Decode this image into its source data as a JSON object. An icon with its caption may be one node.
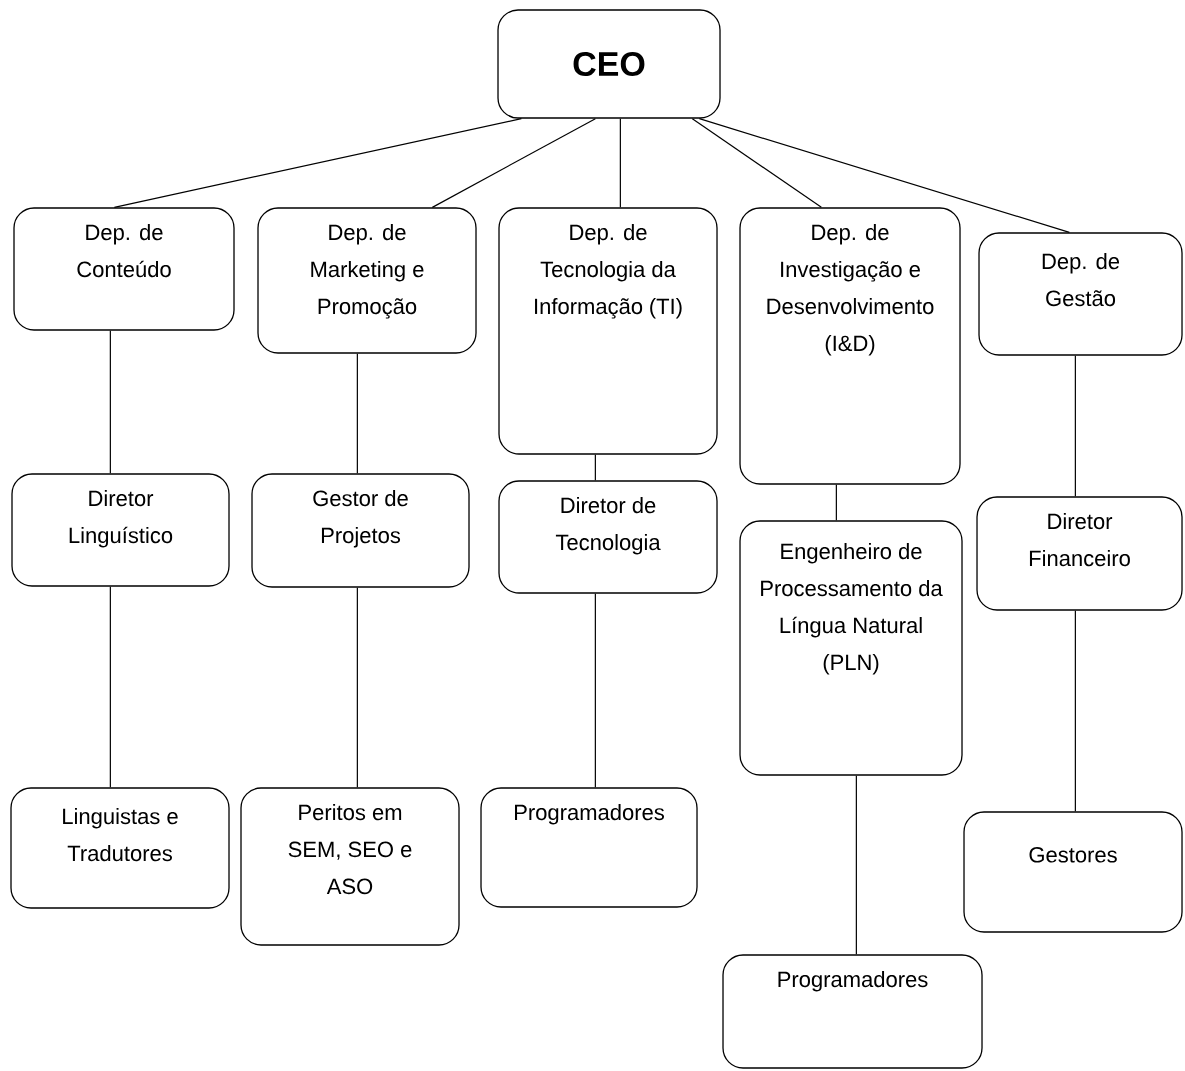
{
  "diagram": {
    "nodes": [
      {
        "text": [
          "CEO"
        ]
      },
      {
        "text": [
          "Dep. de Conteúdo"
        ]
      },
      {
        "text": [
          "Dep. de Marketing e Promoção"
        ]
      },
      {
        "text": [
          "Dep. de Tecnologia da Informação (TI)"
        ]
      },
      {
        "text": [
          "Dep. de Investigação e Desenvolvimento (I&D)"
        ]
      },
      {
        "text": [
          "Dep. de Gestão"
        ]
      },
      {
        "text": [
          "Diretor Linguístico"
        ]
      },
      {
        "text": [
          "Gestor de Projetos"
        ]
      },
      {
        "text": [
          "Diretor de Tecnologia"
        ]
      },
      {
        "text": [
          "Engenheiro de Processamento da Língua Natural (PLN)"
        ]
      },
      {
        "text": [
          "Diretor Financeiro"
        ]
      },
      {
        "text": [
          "Linguistas e Tradutores"
        ]
      },
      {
        "text": [
          "Peritos em SEM, SEO e ASO"
        ]
      },
      {
        "text": [
          "Programadores"
        ]
      },
      {
        "text": [
          "Programadores"
        ]
      },
      {
        "text": [
          "Gestores"
        ]
      }
    ],
    "edges": [
      {
        "from": 0,
        "to": 1,
        "arrow": "none"
      },
      {
        "from": 0,
        "to": 2,
        "arrow": "none"
      },
      {
        "from": 0,
        "to": 3,
        "arrow": "none"
      },
      {
        "from": 0,
        "to": 4,
        "arrow": "none"
      },
      {
        "from": 0,
        "to": 5,
        "arrow": "none"
      },
      {
        "from": 1,
        "to": 6,
        "arrow": "none"
      },
      {
        "from": 6,
        "to": 11,
        "arrow": "none"
      },
      {
        "from": 2,
        "to": 7,
        "arrow": "none"
      },
      {
        "from": 7,
        "to": 12,
        "arrow": "none"
      },
      {
        "from": 3,
        "to": 8,
        "arrow": "none"
      },
      {
        "from": 8,
        "to": 13,
        "arrow": "none"
      },
      {
        "from": 4,
        "to": 9,
        "arrow": "none"
      },
      {
        "from": 9,
        "to": 14,
        "arrow": "none"
      },
      {
        "from": 5,
        "to": 10,
        "arrow": "none"
      },
      {
        "from": 10,
        "to": 15,
        "arrow": "none"
      }
    ]
  }
}
